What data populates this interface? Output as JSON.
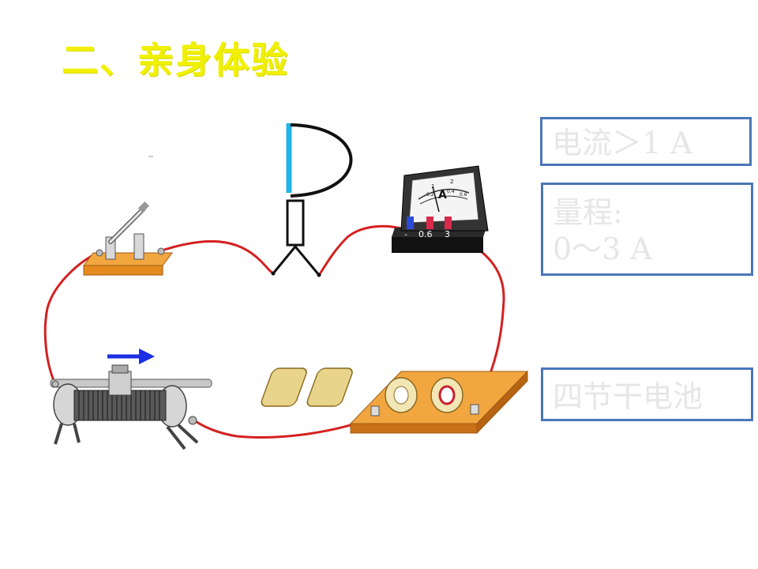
{
  "title": "二、亲身体验",
  "labels": {
    "current": "电流＞1  A",
    "range_line1": "量程:",
    "range_line2": "0～3 A",
    "battery": "四节干电池"
  },
  "ammeter": {
    "unit": "A",
    "terminals": [
      "-",
      "0.6",
      "3"
    ],
    "scale_top": [
      "1",
      "2"
    ],
    "scale_bottom": [
      "0.2",
      "0.4",
      "0.6"
    ]
  },
  "colors": {
    "title": "#f0f000",
    "wire": "#d42020",
    "box_border": "#4a76b8",
    "box_text": "#e6e6e6",
    "wood": "#e58a1e",
    "arrow": "#1a2ee6",
    "conductor": "#20b4e8"
  },
  "icons": [
    "switch-icon",
    "ammeter-icon",
    "battery-holder-icon",
    "rheostat-icon",
    "slider-direction-arrow-icon",
    "test-conductor-icon"
  ]
}
